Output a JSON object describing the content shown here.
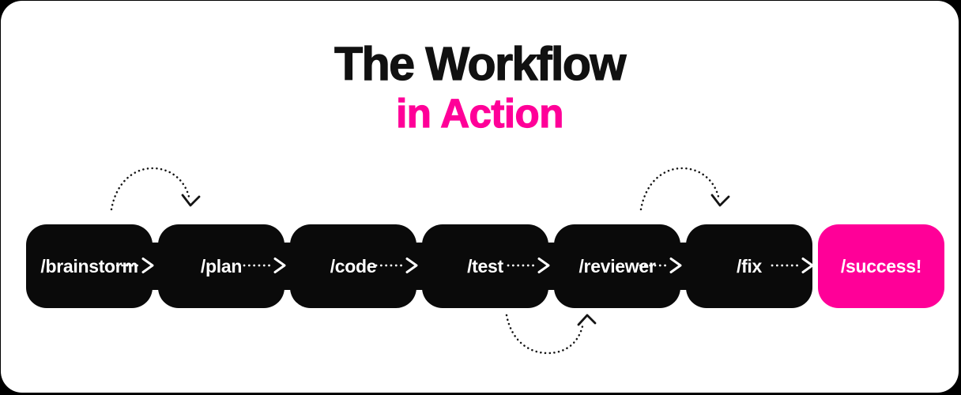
{
  "title": {
    "line1": "The Workflow",
    "line2": "in Action"
  },
  "workflow": {
    "steps": [
      {
        "label": "/brainstorm"
      },
      {
        "label": "/plan"
      },
      {
        "label": "/code"
      },
      {
        "label": "/test"
      },
      {
        "label": "/reviewer"
      },
      {
        "label": "/fix"
      },
      {
        "label": "/success!",
        "highlight": true
      }
    ],
    "forward_arrow_count": 6,
    "loop_arcs": [
      {
        "from": "/brainstorm",
        "to": "/plan",
        "position": "above"
      },
      {
        "from": "/test",
        "to": "/reviewer",
        "position": "below"
      },
      {
        "from": "/reviewer",
        "to": "/fix",
        "position": "above"
      }
    ]
  },
  "colors": {
    "page_background": "#000000",
    "card_background": "#FFFFFF",
    "title_primary": "#111111",
    "accent_pink": "#FF0098",
    "step_box": "#0A0A0A",
    "step_label": "#FFFFFF",
    "arrow_on_box": "#FFFFFF",
    "arc_arrow": "#141414"
  }
}
